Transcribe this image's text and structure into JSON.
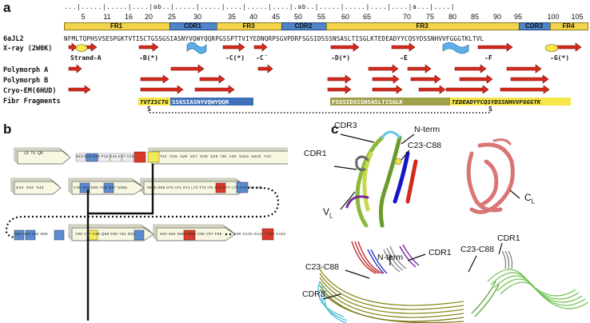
{
  "panel_a": {
    "label": "a",
    "ruler_top": "...|.....|.....|....|ab..|.....|.....|....|.....|....|.ab..|.....|.....|....|....|a...|....|",
    "ticks": [
      "5",
      "11",
      "16",
      "20",
      "25",
      "30",
      "35",
      "40",
      "45",
      "50",
      "55",
      "60",
      "65",
      "70",
      "75",
      "80",
      "85",
      "90",
      "95",
      "100",
      "105"
    ],
    "regions": [
      {
        "name": "FR1",
        "color": "#f2d34a"
      },
      {
        "name": "CDR1",
        "color": "#4f84c9"
      },
      {
        "name": "FR3",
        "color": "#f2d34a"
      },
      {
        "name": "CDR2",
        "color": "#4f84c9"
      },
      {
        "name": "FR3",
        "color": "#f2d34a"
      },
      {
        "name": "CDR3",
        "color": "#4f84c9"
      },
      {
        "name": "FR4",
        "color": "#f2d34a"
      }
    ],
    "row_labels": [
      "6aJL2",
      "X-ray (2W0K)",
      "Polymorph A",
      "Polymorph B",
      "Cryo-EM(6HUD)",
      "Fibr Fragments"
    ],
    "sequence": "NFMLTQPHSVSESPGKTVTISCTGSSGSIASNYVQWYQQRPGSSPTTVIYEDNQRPSGVPDRFSGSIDSSSNSASLTISGLKTEDEADYYCQSYDSSNHVVFGGGTKLTVL",
    "strand_labels": [
      "Strand-A",
      "-B(*)",
      "-C(*)",
      "-C´",
      "-D(*)",
      "-E",
      "-F",
      "-G(*)"
    ],
    "fragments": [
      {
        "text": "TVTISCTG",
        "color": "#f6e64a"
      },
      {
        "text": "SSGSIASNYVQWYQQR",
        "color": "#3f6fb8"
      },
      {
        "text": "FSGSIDSSSNSASLTISGLK",
        "color": "#a0a04a"
      },
      {
        "text": "TEDEADYYCQSYDSSNHVVFGGGTK",
        "color": "#f6e64a"
      }
    ],
    "ss_marks": [
      "S",
      "S"
    ]
  },
  "panel_b": {
    "label": "b",
    "row1": [
      "L6",
      "T5",
      "Q6",
      "S12",
      "E13",
      "S14",
      "P15",
      "G16",
      "K17",
      "C23",
      "T24",
      "G25",
      "S26",
      "S27",
      "G28",
      "S29",
      "I30",
      "A30",
      "S31a",
      "N31b",
      "Y32"
    ],
    "row2": [
      "G43",
      "S42",
      "S43",
      "Y49",
      "S50",
      "D55",
      "Y56",
      "Q57",
      "S68a",
      "S68b",
      "N68",
      "S70",
      "A71",
      "S71",
      "L73",
      "T74",
      "I75",
      "S76",
      "G77",
      "L78",
      "K79",
      "T80",
      "E81"
    ],
    "row3": [
      "D82",
      "E83",
      "A84",
      "D85",
      "Y86",
      "Y87",
      "C88",
      "Q89",
      "S90",
      "Y91",
      "D92",
      "S93",
      "S94",
      "N95",
      "H95a",
      "V96",
      "V97",
      "F98",
      "G99",
      "G100",
      "G101",
      "T102",
      "K103"
    ]
  },
  "panel_c": {
    "label": "c",
    "labels": {
      "cdr3_top": "CDR3",
      "nterm_top": "N-term",
      "cdr1_left": "CDR1",
      "c23c88_top": "C23-C88",
      "vl": "V",
      "vl_sub": "L",
      "cl": "C",
      "cl_sub": "L",
      "nterm_bottom": "N-term",
      "cdr1_bottom_mid": "CDR1",
      "c23c88_bottom": "C23-C88",
      "cdr3_bottom": "CDR3",
      "cdr1_right": "CDR1",
      "c23c88_right": "C23-C88"
    }
  }
}
